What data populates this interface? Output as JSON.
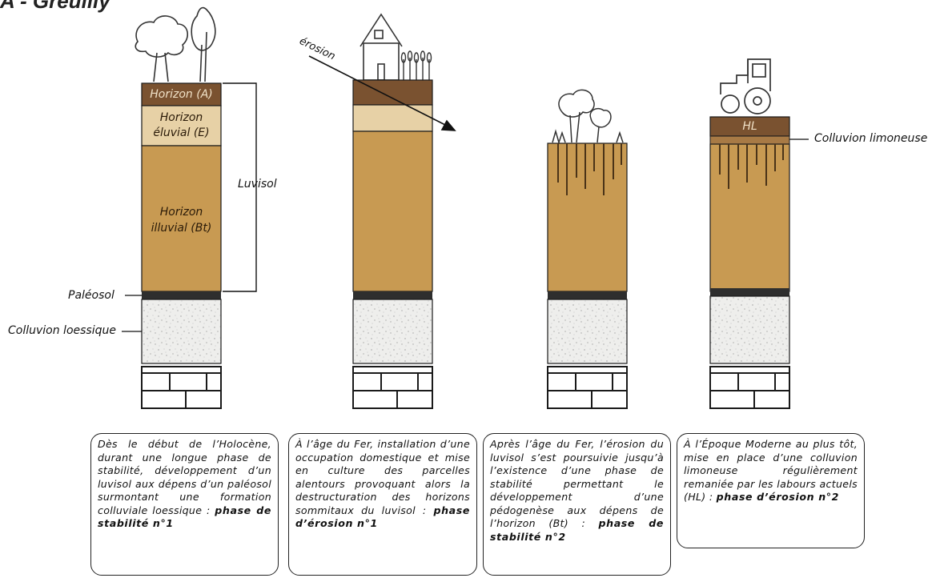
{
  "title": "A - Greuilly",
  "labels": {
    "luvisol": "Luvisol",
    "paleosol": "Paléosol",
    "colluvion_loessique": "Colluvion loessique",
    "colluvion_limoneuse": "Colluvion limoneuse",
    "erosion": "érosion"
  },
  "horizons": {
    "A": "Horizon (A)",
    "E_line1": "Horizon",
    "E_line2": "éluvial (E)",
    "Bt_line1": "Horizon",
    "Bt_line2": "illuvial (Bt)",
    "HL": "HL"
  },
  "captions": [
    {
      "text": "Dès le début de l’Holocène, durant une longue phase de stabilité, développement d’un luvisol aux dépens d’un paléosol surmontant une formation colluviale loessique : ",
      "bold": "phase de stabilité n°1"
    },
    {
      "text": "À l’âge du Fer, installation d’une occupation domestique et mise en culture des parcelles alentours provoquant alors la destructuration des horizons sommitaux du luvisol : ",
      "bold": "phase d’érosion n°1"
    },
    {
      "text": "Après l’âge du Fer, l’érosion du luvisol s’est poursuivie jusqu’à l’existence d’une phase de stabilité permettant le développement d’une pédogenèse aux dépens de l’horizon (Bt) : ",
      "bold": "phase de stabilité n°2"
    },
    {
      "text": "À l’Époque Moderne au plus tôt, mise en place d’une colluvion limoneuse régulièrement remaniée par les labours actuels (HL) : ",
      "bold": "phase d’érosion n°2"
    }
  ],
  "colors": {
    "horizon_A": "#7a5230",
    "horizon_E": "#e7d1a6",
    "horizon_Bt": "#c89a52",
    "paleosol": "#2e2e2e",
    "loess": "#eeeeec",
    "bedrock": "#ffffff",
    "outline": "#1a1a1a"
  }
}
